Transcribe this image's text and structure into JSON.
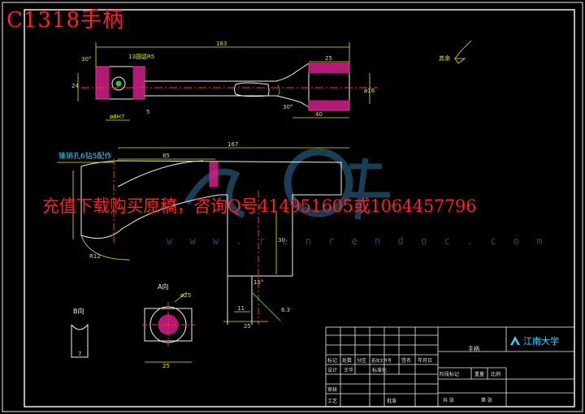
{
  "drawing": {
    "title": "C1318手柄",
    "ad_text": "充值下载购买原稿，咨询Q号414951605或1064457796",
    "watermark_url": "w w w . r e n r e n d o c . c o m"
  },
  "views": {
    "top": {
      "dim_overall": "183",
      "dim_left_height": "24",
      "dim_top_angle": "30°",
      "dim_hole_note": "13圆弧R5",
      "dim_right_width": "25",
      "dim_right_height": "ø16",
      "dim_right_base": "40",
      "dim_angle_right": "30°",
      "dim_left_base": "ø8H7",
      "dim_small": "5"
    },
    "front": {
      "label_note": "锥销孔6钻5配作",
      "dim_total": "167",
      "dim_mid": "85",
      "dim_vertical": "30",
      "dim_bottom_small": "11",
      "dim_bottom": "25",
      "dim_radius": "R12",
      "dim_angle": "15°",
      "roughness": "6.3"
    },
    "a_view": {
      "label": "A向",
      "dim_hole": "ø25",
      "dim_width": "25"
    },
    "b_view": {
      "label": "B向",
      "dim_width": "7"
    },
    "surface_note": "其余"
  },
  "title_block": {
    "part_name": "手柄",
    "school": "江南大学",
    "rows": {
      "r1": [
        "标记",
        "处数",
        "分区",
        "更改文件号",
        "签名",
        "年月日"
      ],
      "r2": [
        "设计",
        "王华",
        "",
        "标准化",
        "",
        ""
      ],
      "r3": [
        "审核",
        "",
        "",
        "",
        "",
        ""
      ],
      "r4": [
        "工艺",
        "",
        "",
        "批准",
        "",
        ""
      ]
    },
    "right_labels": [
      "阶段标记",
      "重量",
      "比例"
    ],
    "bottom_labels": [
      "共 张",
      "第 张"
    ]
  },
  "colors": {
    "line": "#f0f0f0",
    "dim": "#e8e800",
    "hatch": "#d0208a",
    "center": "#ff3030",
    "watermark": "#1d4a66",
    "green": "#30c040",
    "cyan": "#40d0ff"
  }
}
